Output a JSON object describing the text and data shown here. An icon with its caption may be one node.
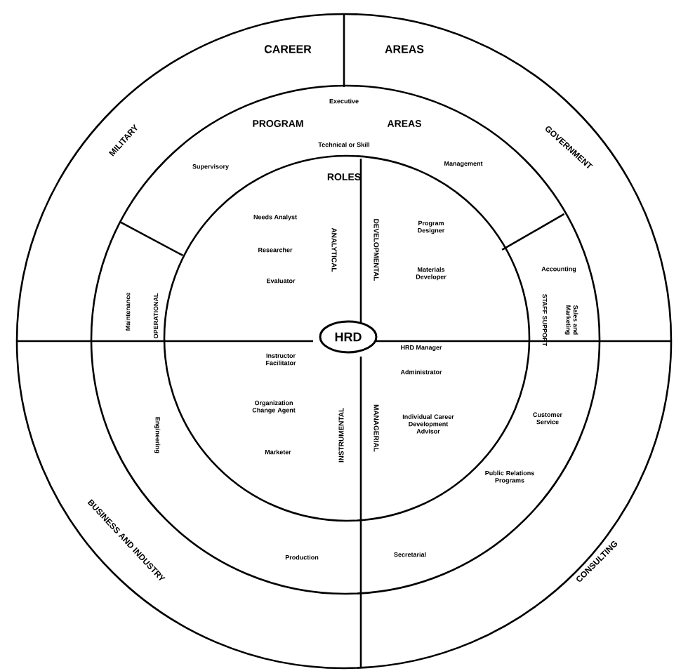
{
  "diagram": {
    "nodes": [
      {
        "text": [
          "CAREER",
          "AREAS",
          "MILITARY",
          "GOVERNMENT",
          "BUSINESS AND INDUSTRY",
          "CONSULTING"
        ]
      },
      {
        "text": [
          "PROGRAM",
          "AREAS",
          "Executive",
          "Technical or Skill",
          "Supervisory",
          "Management",
          "Accounting",
          "STAFF SUPPORT",
          "Sales and Marketing",
          "Customer Service",
          "Public Relations Programs",
          "Secretarial",
          "Production",
          "Engineering",
          "OPERATIONAL",
          "Maintenance"
        ],
        "in": 0
      },
      {
        "text": [
          "ROLES",
          "ANALYTICAL",
          "Needs Analyst",
          "Researcher",
          "Evaluator",
          "DEVELOPMENTAL",
          "Program Designer",
          "Materials Developer",
          "INSTRUMENTAL",
          "Instructor Facilitator",
          "Organization Change Agent",
          "Marketer",
          "MANAGERIAL",
          "HRD Manager",
          "Administrator",
          "Individual Career Development Advisor"
        ],
        "in": 1
      },
      {
        "text": [
          "HRD"
        ],
        "in": 2
      }
    ]
  }
}
